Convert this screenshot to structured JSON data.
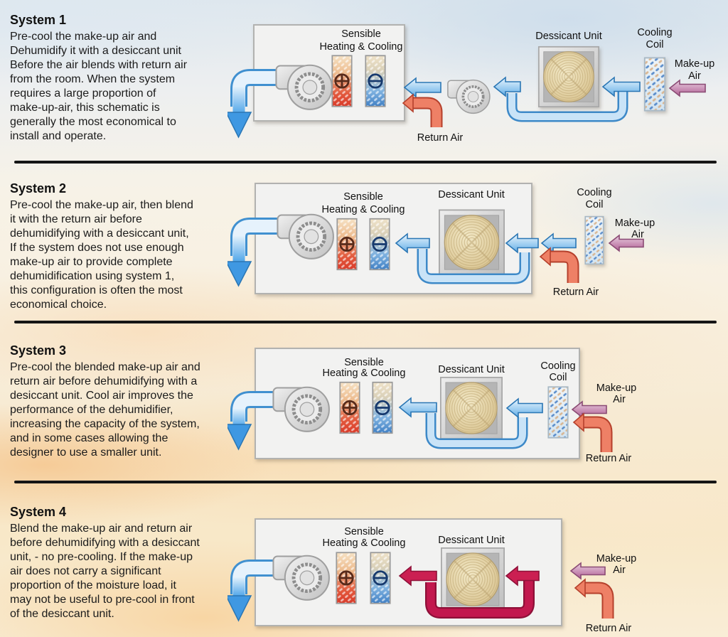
{
  "page": {
    "type": "infographic",
    "topic": "Desiccant dehumidification system configurations",
    "divider_color": "#151515",
    "palette": {
      "sky_top": "#dee7ee",
      "cream_mid": "#f8f0e0",
      "peach_bottom": "#f8e8c8",
      "supply_air_blue": "#47a0e6",
      "process_air_blue": "#5aa5e0",
      "return_air_red": "#e2543c",
      "makeup_air_pink": "#b05f94",
      "blended_air_crimson": "#c2184e",
      "desiccant_wheel_tan": "#e3d3a2",
      "cabinet_gray": "#f1f1f0"
    }
  },
  "systems": [
    {
      "title": "System 1",
      "description": "Pre-cool the make-up air and\nDehumidify it with a desiccant unit\nBefore the air blends with return air\nfrom the room. When the system\nrequires a large proportion of\nmake-up-air, this schematic is\ngenerally the most economical to\ninstall and operate.",
      "labels": {
        "sensible1": "Sensible",
        "sensible2": "Heating & Cooling",
        "dessicant": "Dessicant Unit",
        "cooling1": "Cooling",
        "cooling2": "Coil",
        "makeup1": "Make-up",
        "makeup2": "Air",
        "return_air": "Return Air"
      },
      "components": [
        "supply-fan",
        "heating-coil",
        "cooling-coil",
        "booster-fan",
        "desiccant-wheel",
        "pre-cooling-coil"
      ]
    },
    {
      "title": "System 2",
      "description": "Pre-cool the make-up air, then blend\nit with the return air before\ndehumidifying with a desiccant unit,\nIf the system does not use enough\nmake-up air to provide complete\ndehumidification using system 1,\nthis configuration is often the most\neconomical choice.",
      "labels": {
        "sensible1": "Sensible",
        "sensible2": "Heating & Cooling",
        "dessicant": "Dessicant Unit",
        "cooling1": "Cooling",
        "cooling2": "Coil",
        "makeup1": "Make-up",
        "makeup2": "Air",
        "return_air": "Return Air"
      },
      "components": [
        "supply-fan",
        "heating-coil",
        "cooling-coil",
        "desiccant-wheel",
        "pre-cooling-coil"
      ]
    },
    {
      "title": "System 3",
      "description": "Pre-cool the blended make-up air and\nreturn air before dehumidifying with a\ndesiccant unit. Cool air improves the\nperformance of the dehumidifier,\nincreasing the capacity of the system,\nand in some cases allowing the\ndesigner to use a smaller unit.",
      "labels": {
        "sensible1": "Sensible",
        "sensible2": "Heating & Cooling",
        "dessicant": "Dessicant Unit",
        "cooling1": "Cooling",
        "cooling2": "Coil",
        "makeup1": "Make-up",
        "makeup2": "Air",
        "return_air": "Return Air"
      },
      "components": [
        "supply-fan",
        "heating-coil",
        "cooling-coil",
        "desiccant-wheel",
        "pre-cooling-coil"
      ]
    },
    {
      "title": "System 4",
      "description": "Blend the make-up air and return air\nbefore dehumidifying with a desiccant\nunit, - no pre-cooling. If the make-up\nair does not carry a significant\nproportion of the moisture load, it\nmay not be useful to pre-cool in front\nof the desiccant unit.",
      "labels": {
        "sensible1": "Sensible",
        "sensible2": "Heating & Cooling",
        "dessicant": "Dessicant Unit",
        "makeup1": "Make-up",
        "makeup2": "Air",
        "return_air": "Return Air"
      },
      "components": [
        "supply-fan",
        "heating-coil",
        "cooling-coil",
        "desiccant-wheel"
      ]
    }
  ]
}
